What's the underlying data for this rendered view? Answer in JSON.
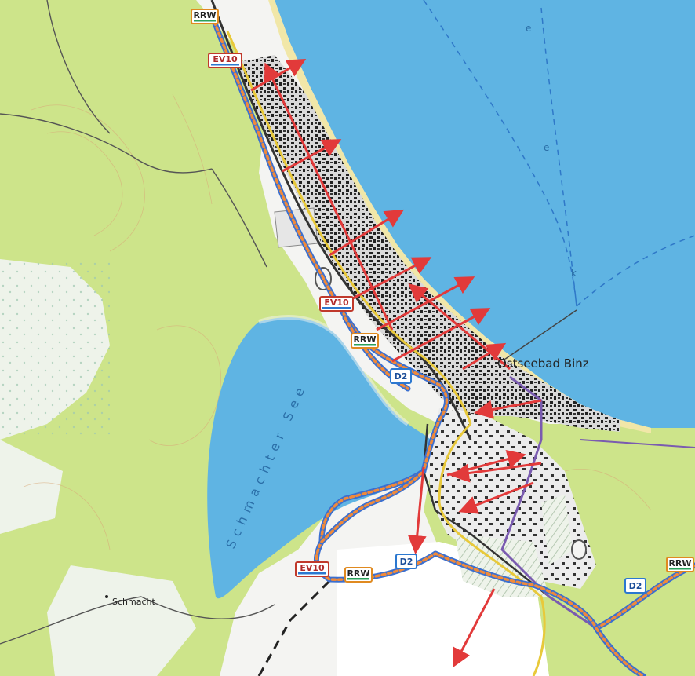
{
  "map": {
    "places": {
      "town": "Ostseebad Binz",
      "hamlet": "Schmacht",
      "lake": "Schmachter See"
    },
    "sea_letters": [
      "e",
      "e",
      "k"
    ],
    "route_badges": [
      {
        "label": "RRW",
        "kind": "rrw"
      },
      {
        "label": "EV10",
        "kind": "ev10"
      },
      {
        "label": "EV10",
        "kind": "ev10"
      },
      {
        "label": "RRW",
        "kind": "rrw"
      },
      {
        "label": "D2",
        "kind": "d2"
      },
      {
        "label": "EV10",
        "kind": "ev10"
      },
      {
        "label": "RRW",
        "kind": "rrw"
      },
      {
        "label": "D2",
        "kind": "d2"
      },
      {
        "label": "D2",
        "kind": "d2"
      },
      {
        "label": "RRW",
        "kind": "rrw"
      }
    ],
    "colors": {
      "sea": "#5fb4e3",
      "lake": "#5fb4e3",
      "forest": "#cde48a",
      "land": "#f4f4f2",
      "beach": "#f1e7a8",
      "cycle_route": "#3a6fd0",
      "cycle_route_dash": "#f08a3a",
      "arrows": "#e23a3a",
      "rrw_border": "#e08a20",
      "rrw_bar": "#2aa05a",
      "ev10_border": "#c0392b",
      "d2_border": "#2b78d0"
    }
  }
}
